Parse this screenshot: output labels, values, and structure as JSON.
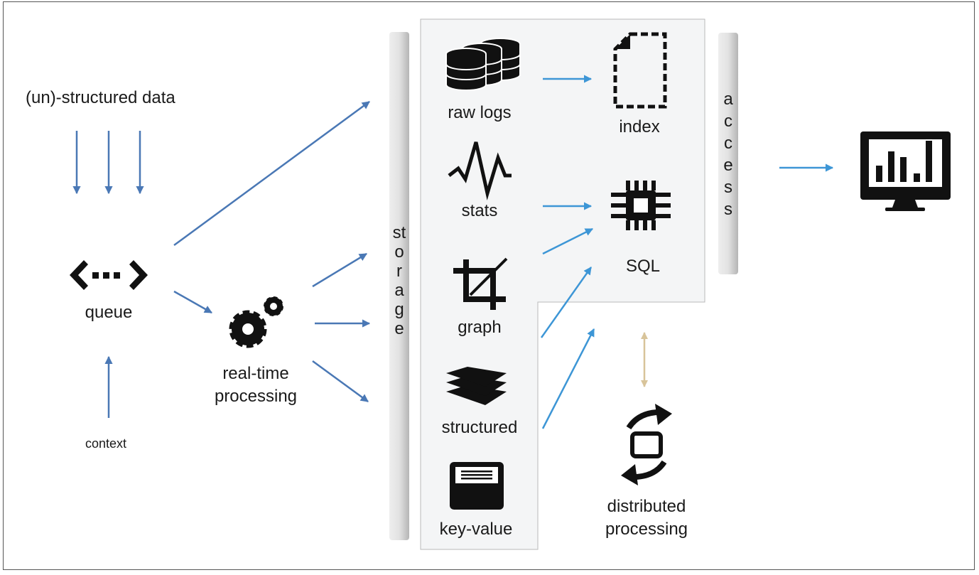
{
  "inputs": {
    "source_label": "(un)-structured data",
    "queue_label": "queue",
    "context_label": "context"
  },
  "processing": {
    "realtime_line1": "real-time",
    "realtime_line2": "processing",
    "distributed_line1": "distributed",
    "distributed_line2": "processing"
  },
  "bars": {
    "storage_letters": [
      "st",
      "o",
      "r",
      "a",
      "g",
      "e"
    ],
    "access_letters": [
      "a",
      "c",
      "c",
      "e",
      "s",
      "s"
    ]
  },
  "stores": {
    "raw_logs": "raw logs",
    "stats": "stats",
    "graph": "graph",
    "structured": "structured",
    "key_value": "key-value",
    "index": "index",
    "sql": "SQL"
  },
  "icons": {
    "raw_logs": "database-stack-icon",
    "stats": "zigzag-signal-icon",
    "graph": "crop-icon",
    "structured": "layers-icon",
    "key_value": "drawer-icon",
    "index": "dashed-document-icon",
    "sql": "chip-icon",
    "queue": "code-arrows-icon",
    "realtime": "gears-icon",
    "distributed": "sync-icon",
    "monitor": "monitor-chart-icon"
  },
  "colors": {
    "arrow_dark": "#4a78b5",
    "arrow_light": "#3d96d6",
    "arrow_tan": "#d8c49a",
    "panel": "#f4f5f6"
  }
}
